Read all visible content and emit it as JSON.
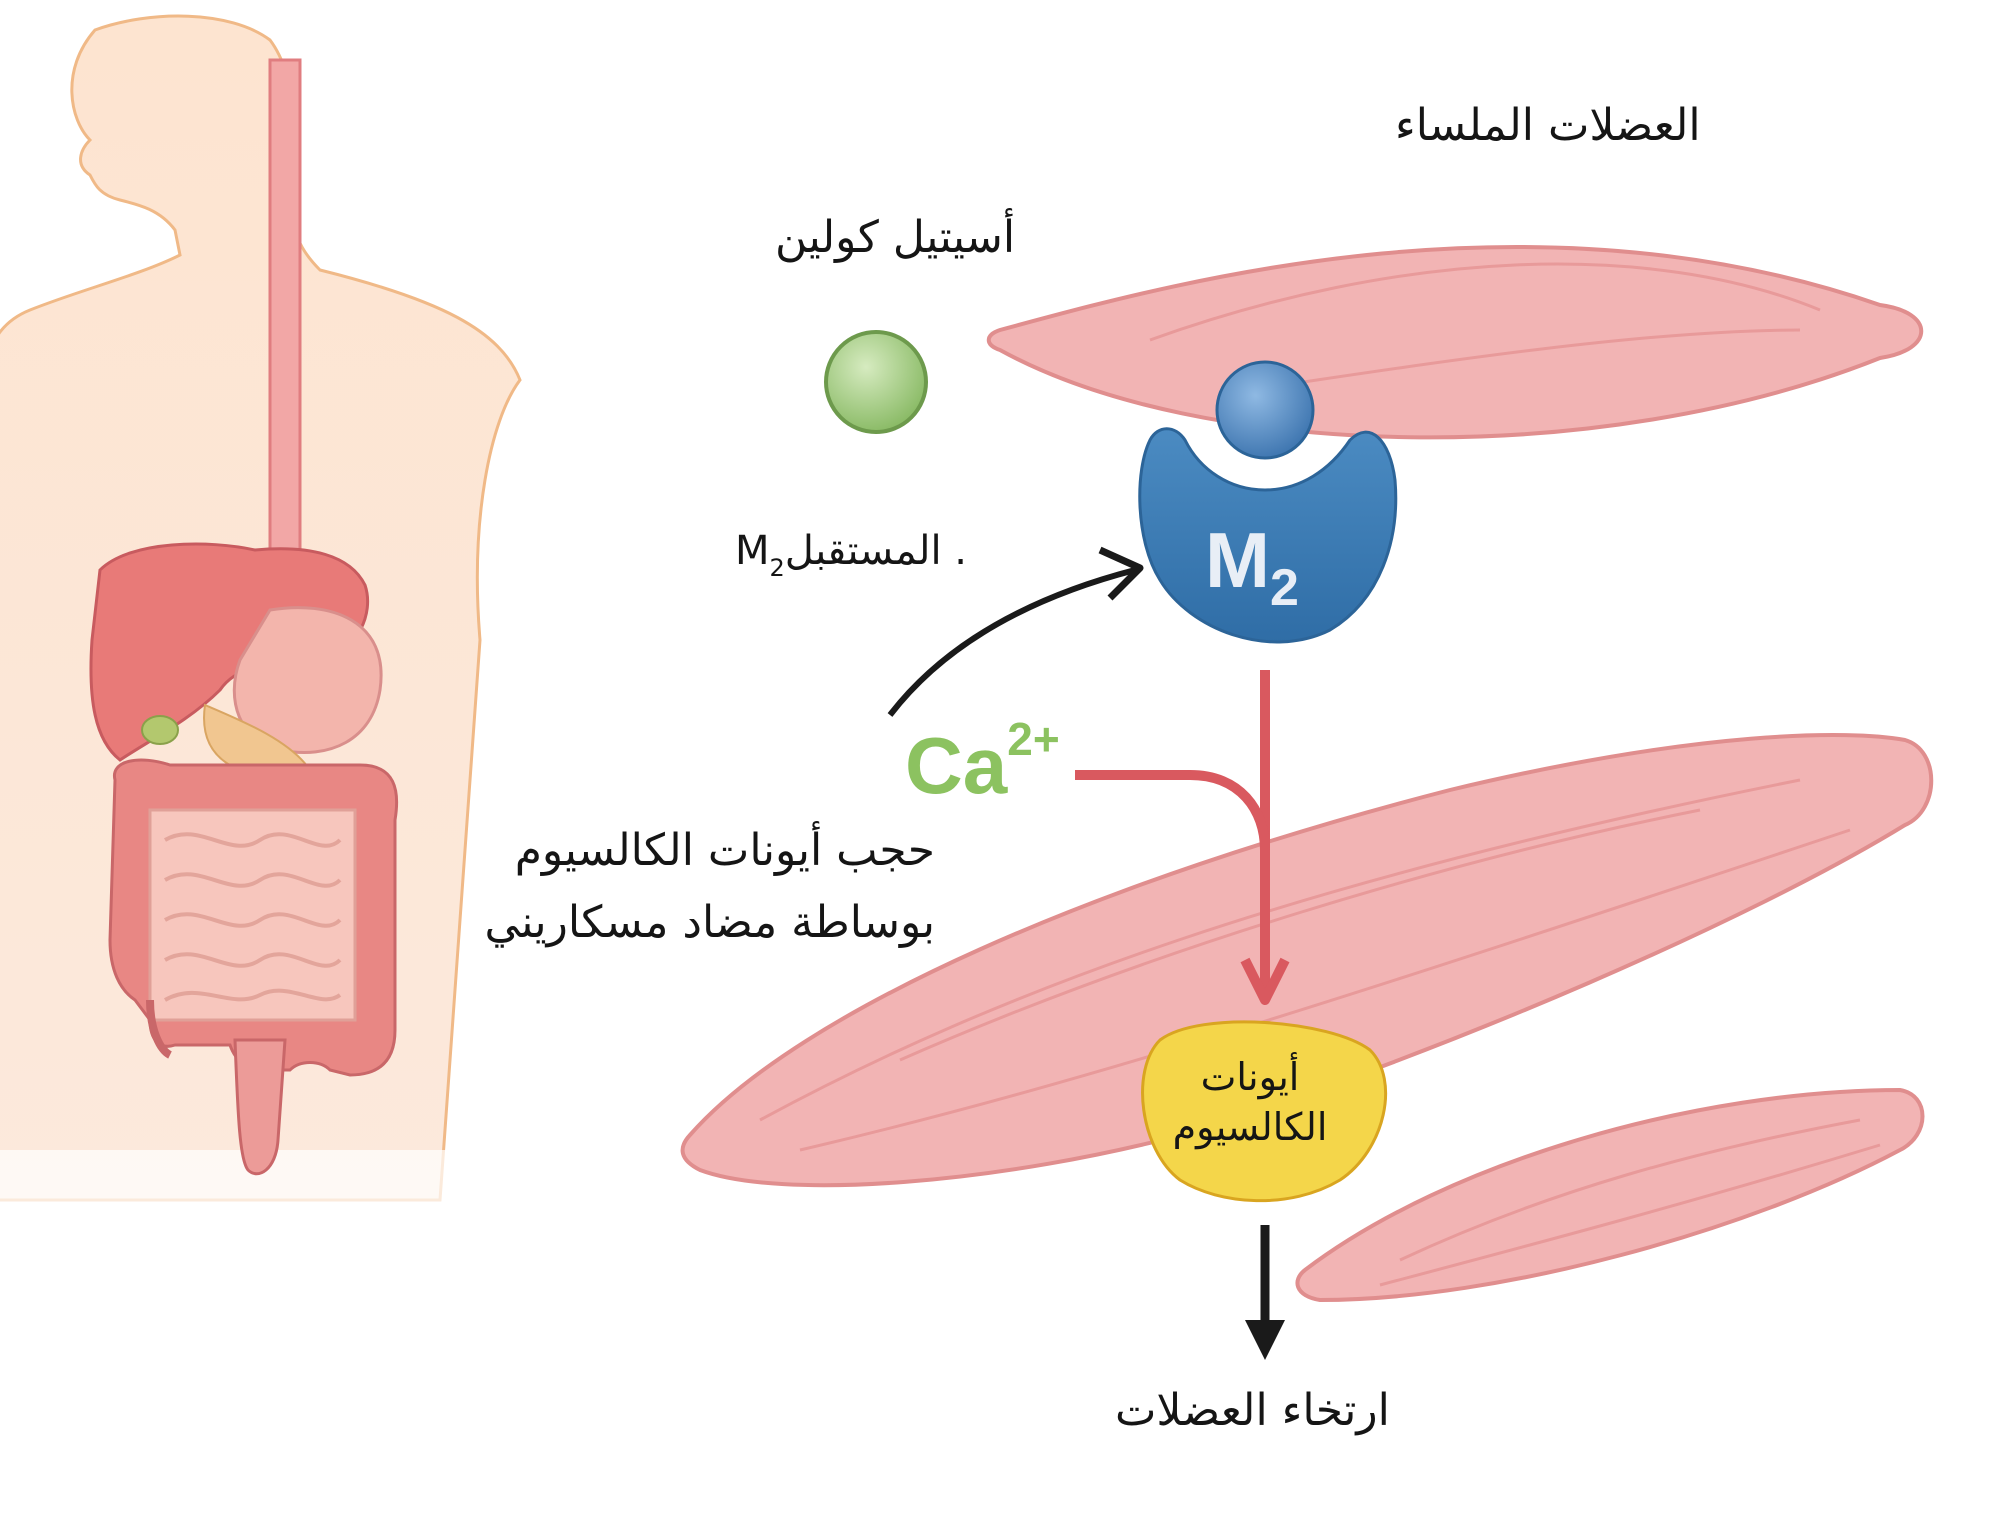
{
  "labels": {
    "smooth_muscle": "العضلات الملساء",
    "acetylcholine": "أسيتيل كولين",
    "m2_receptor": "المستقبل",
    "m2_receptor_prefix": ". ",
    "m2_symbol": "M",
    "m2_subscript": "2",
    "calcium_symbol": "Ca",
    "calcium_charge": "2+",
    "block_line1": "حجب أيونات الكالسيوم",
    "block_line2": "بوساطة مضاد مسكاريني",
    "ions_line1": "أيونات",
    "ions_line2": "الكالسيوم",
    "relaxation": "ارتخاء العضلات"
  },
  "colors": {
    "muscle_fill": "#f2b4b4",
    "muscle_stroke": "#e08e8e",
    "receptor": "#3f7fb5",
    "ligand_bound": "#5b91c9",
    "acetylcholine": "#9cc97a",
    "calcium_ion_blob": "#f4d64a",
    "calcium_text": "#8cc260",
    "arrow_red": "#d9595f",
    "arrow_black": "#1a1a1a",
    "skin": "#fbdcc4"
  }
}
